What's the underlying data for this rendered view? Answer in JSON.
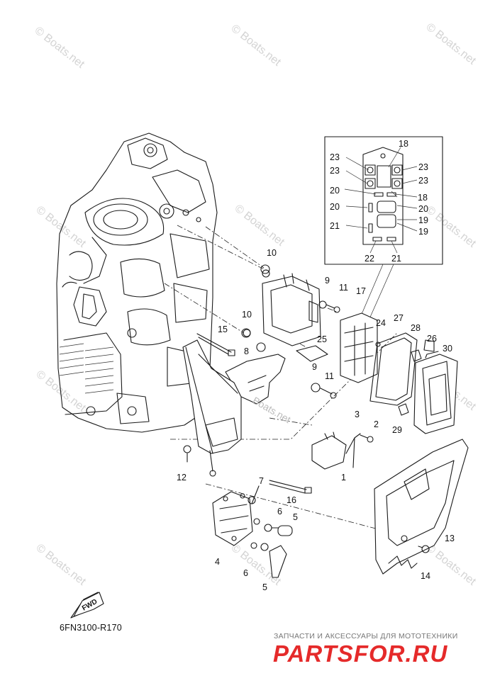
{
  "diagram": {
    "code": "6FN3100-R170",
    "fwd_label": "FWD",
    "watermark": "© Boats.net",
    "inline_watermark": "Boats.net",
    "brand_tagline": "ЗАПЧАСТИ И АКСЕССУАРЫ ДЛЯ МОТОТЕХНИКИ",
    "brand_logo": "PARTSFOR.RU",
    "callouts": [
      {
        "id": "c1",
        "label": "1"
      },
      {
        "id": "c2",
        "label": "2"
      },
      {
        "id": "c3",
        "label": "3"
      },
      {
        "id": "c4",
        "label": "4"
      },
      {
        "id": "c5a",
        "label": "5"
      },
      {
        "id": "c5b",
        "label": "5"
      },
      {
        "id": "c6a",
        "label": "6"
      },
      {
        "id": "c6b",
        "label": "6"
      },
      {
        "id": "c7",
        "label": "7"
      },
      {
        "id": "c8",
        "label": "8"
      },
      {
        "id": "c9a",
        "label": "9"
      },
      {
        "id": "c9b",
        "label": "9"
      },
      {
        "id": "c10a",
        "label": "10"
      },
      {
        "id": "c10b",
        "label": "10"
      },
      {
        "id": "c11a",
        "label": "11"
      },
      {
        "id": "c11b",
        "label": "11"
      },
      {
        "id": "c12",
        "label": "12"
      },
      {
        "id": "c13",
        "label": "13"
      },
      {
        "id": "c14",
        "label": "14"
      },
      {
        "id": "c15",
        "label": "15"
      },
      {
        "id": "c16",
        "label": "16"
      },
      {
        "id": "c17",
        "label": "17"
      },
      {
        "id": "c18a",
        "label": "18"
      },
      {
        "id": "c18b",
        "label": "18"
      },
      {
        "id": "c19a",
        "label": "19"
      },
      {
        "id": "c19b",
        "label": "19"
      },
      {
        "id": "c20a",
        "label": "20"
      },
      {
        "id": "c20b",
        "label": "20"
      },
      {
        "id": "c20c",
        "label": "20"
      },
      {
        "id": "c21a",
        "label": "21"
      },
      {
        "id": "c21b",
        "label": "21"
      },
      {
        "id": "c22",
        "label": "22"
      },
      {
        "id": "c23a",
        "label": "23"
      },
      {
        "id": "c23b",
        "label": "23"
      },
      {
        "id": "c23c",
        "label": "23"
      },
      {
        "id": "c23d",
        "label": "23"
      },
      {
        "id": "c24",
        "label": "24"
      },
      {
        "id": "c25",
        "label": "25"
      },
      {
        "id": "c26",
        "label": "26"
      },
      {
        "id": "c27",
        "label": "27"
      },
      {
        "id": "c28",
        "label": "28"
      },
      {
        "id": "c29",
        "label": "29"
      },
      {
        "id": "c30",
        "label": "30"
      }
    ]
  }
}
